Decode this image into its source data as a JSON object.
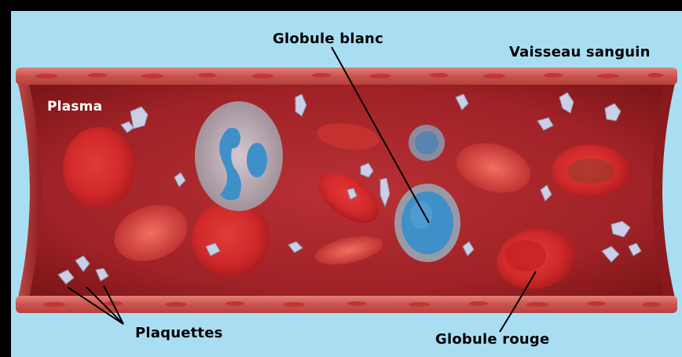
{
  "diagram": {
    "labels": {
      "white_cell": "Globule blanc",
      "vessel": "Vaisseau sanguin",
      "plasma": "Plasma",
      "platelets": "Plaquettes",
      "red_cell": "Globule rouge"
    },
    "colors": {
      "background": "#a9def2",
      "frame": "#000000",
      "vessel_wall": "#c9544f",
      "plasma_fill": "#a8262a",
      "red_cell": "#d4272a",
      "white_cell_nucleus": "#3f8fc8",
      "platelet": "#c9cfe6"
    }
  }
}
